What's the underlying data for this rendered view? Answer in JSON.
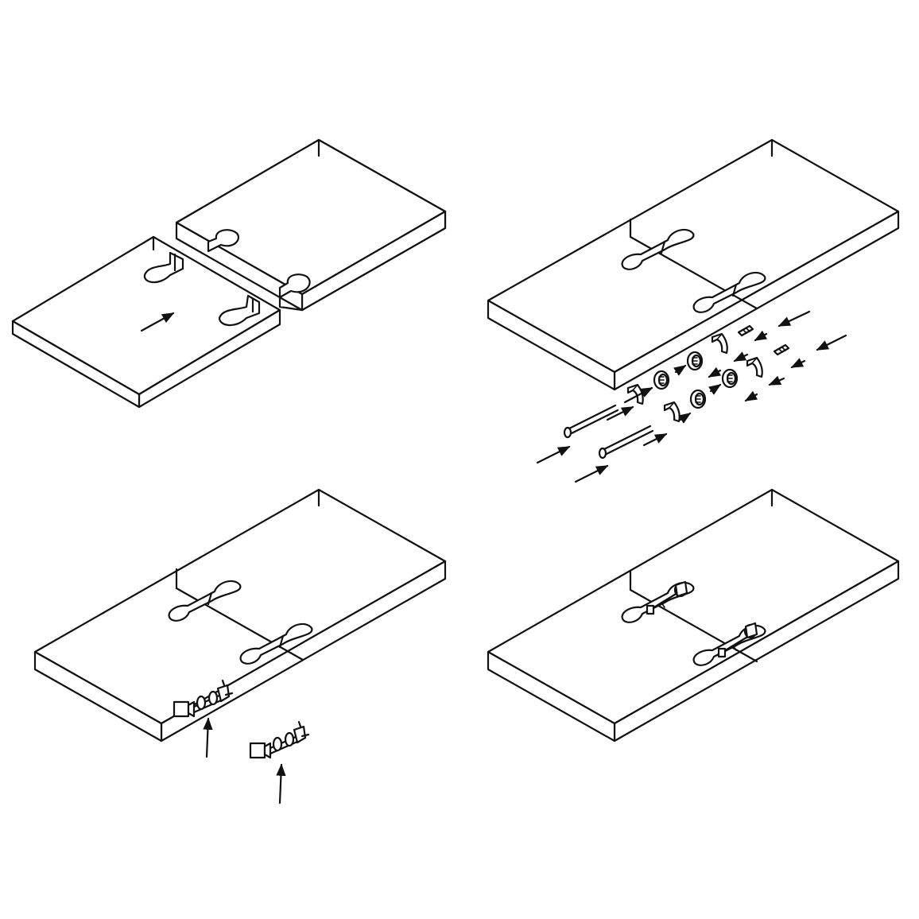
{
  "diagram": {
    "steps": [
      {
        "id": "step-1",
        "panel": "top-left"
      },
      {
        "id": "step-2",
        "panel": "top-right"
      },
      {
        "id": "step-3",
        "panel": "bottom-left"
      },
      {
        "id": "step-4",
        "panel": "bottom-right"
      }
    ],
    "colors": {
      "line": "#111111",
      "background": "#ffffff"
    },
    "icons": [
      "arrow-icon",
      "connector-bolt-icon",
      "cam-nut-icon",
      "bracket-icon",
      "pin-icon"
    ]
  }
}
